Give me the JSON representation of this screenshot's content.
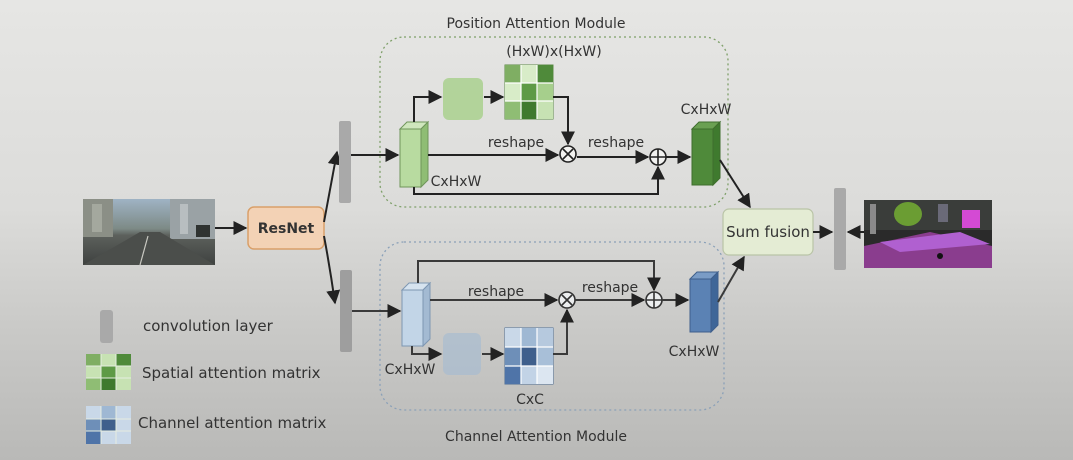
{
  "position_module": {
    "title": "Position Attention Module",
    "matrix_label": "(HxW)x(HxW)",
    "reshape_left": "reshape",
    "reshape_right": "reshape",
    "input_label": "CxHxW",
    "output_label": "CxHxW"
  },
  "channel_module": {
    "title": "Channel Attention Module",
    "reshape_left": "reshape",
    "reshape_right": "reshape",
    "input_label": "CxHxW",
    "output_label": "CxHxW",
    "matrix_label": "CxC"
  },
  "backbone_label": "ResNet",
  "fusion_label": "Sum fusion",
  "legend": {
    "conv": "convolution layer",
    "spatial": "Spatial attention matrix",
    "channel": "Channel attention matrix"
  },
  "colors": {
    "pos_border": "#7fa06a",
    "chan_border": "#8aa0b8",
    "green_block": "#a9d08e",
    "green_dark": "#4f8a3a",
    "blue_block": "#a8c2dc",
    "blue_dark": "#4f74a8",
    "resnet_fill": "#f3d2b5",
    "resnet_border": "#d9a06a",
    "fusion_fill": "#e4ecd4"
  }
}
